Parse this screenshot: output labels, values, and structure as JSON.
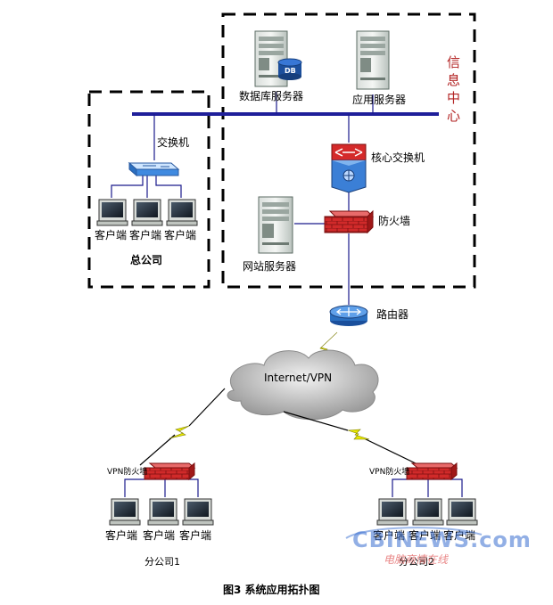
{
  "labels": {
    "db_server": "数据库服务器",
    "db_badge": "DB",
    "app_server": "应用服务器",
    "info_center": [
      "信",
      "息",
      "中",
      "心"
    ],
    "switch": "交换机",
    "core_switch": "核心交换机",
    "firewall": "防火墙",
    "client": "客户端",
    "head_office": "总公司",
    "web_server": "网站服务器",
    "router": "路由器",
    "internet": "Internet/VPN",
    "vpn_firewall": "VPN防火墙",
    "branch1": "分公司1",
    "branch2": "分公司2",
    "watermark": "CBINEWS.com",
    "watermark_sub": "电脑商情在线"
  },
  "caption": "图3  系统应用拓扑图",
  "colors": {
    "line": "#1a1a8c",
    "backbone": "#1f1f9a",
    "firewall": "#cc2222",
    "info_center_text": "#b22222",
    "lightning": "#e8e800"
  }
}
